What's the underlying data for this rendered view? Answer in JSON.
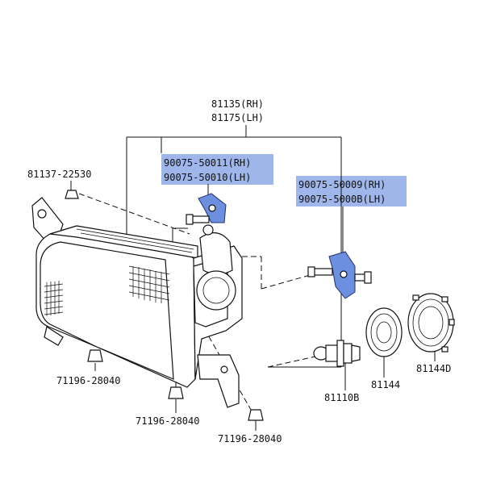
{
  "labels": {
    "headlamp_rh": "81135(RH)",
    "headlamp_lh": "81175(LH)",
    "screw_top_rh": "90075-50011(RH)",
    "screw_top_lh": "90075-50010(LH)",
    "screw_side_rh": "90075-50009(RH)",
    "screw_side_lh": "90075-5000B(LH)",
    "clip_top": "81137-22530",
    "nut_left": "71196-28040",
    "nut_bottom": "71196-28040",
    "nut_right": "71196-28040",
    "bulb": "81110B",
    "socket_cover": "81144",
    "dust_cap": "81144D"
  },
  "colors": {
    "highlight": "#8ea9e6",
    "adjuster_part": "#6d8fe0",
    "line": "#111111",
    "background": "#ffffff"
  }
}
